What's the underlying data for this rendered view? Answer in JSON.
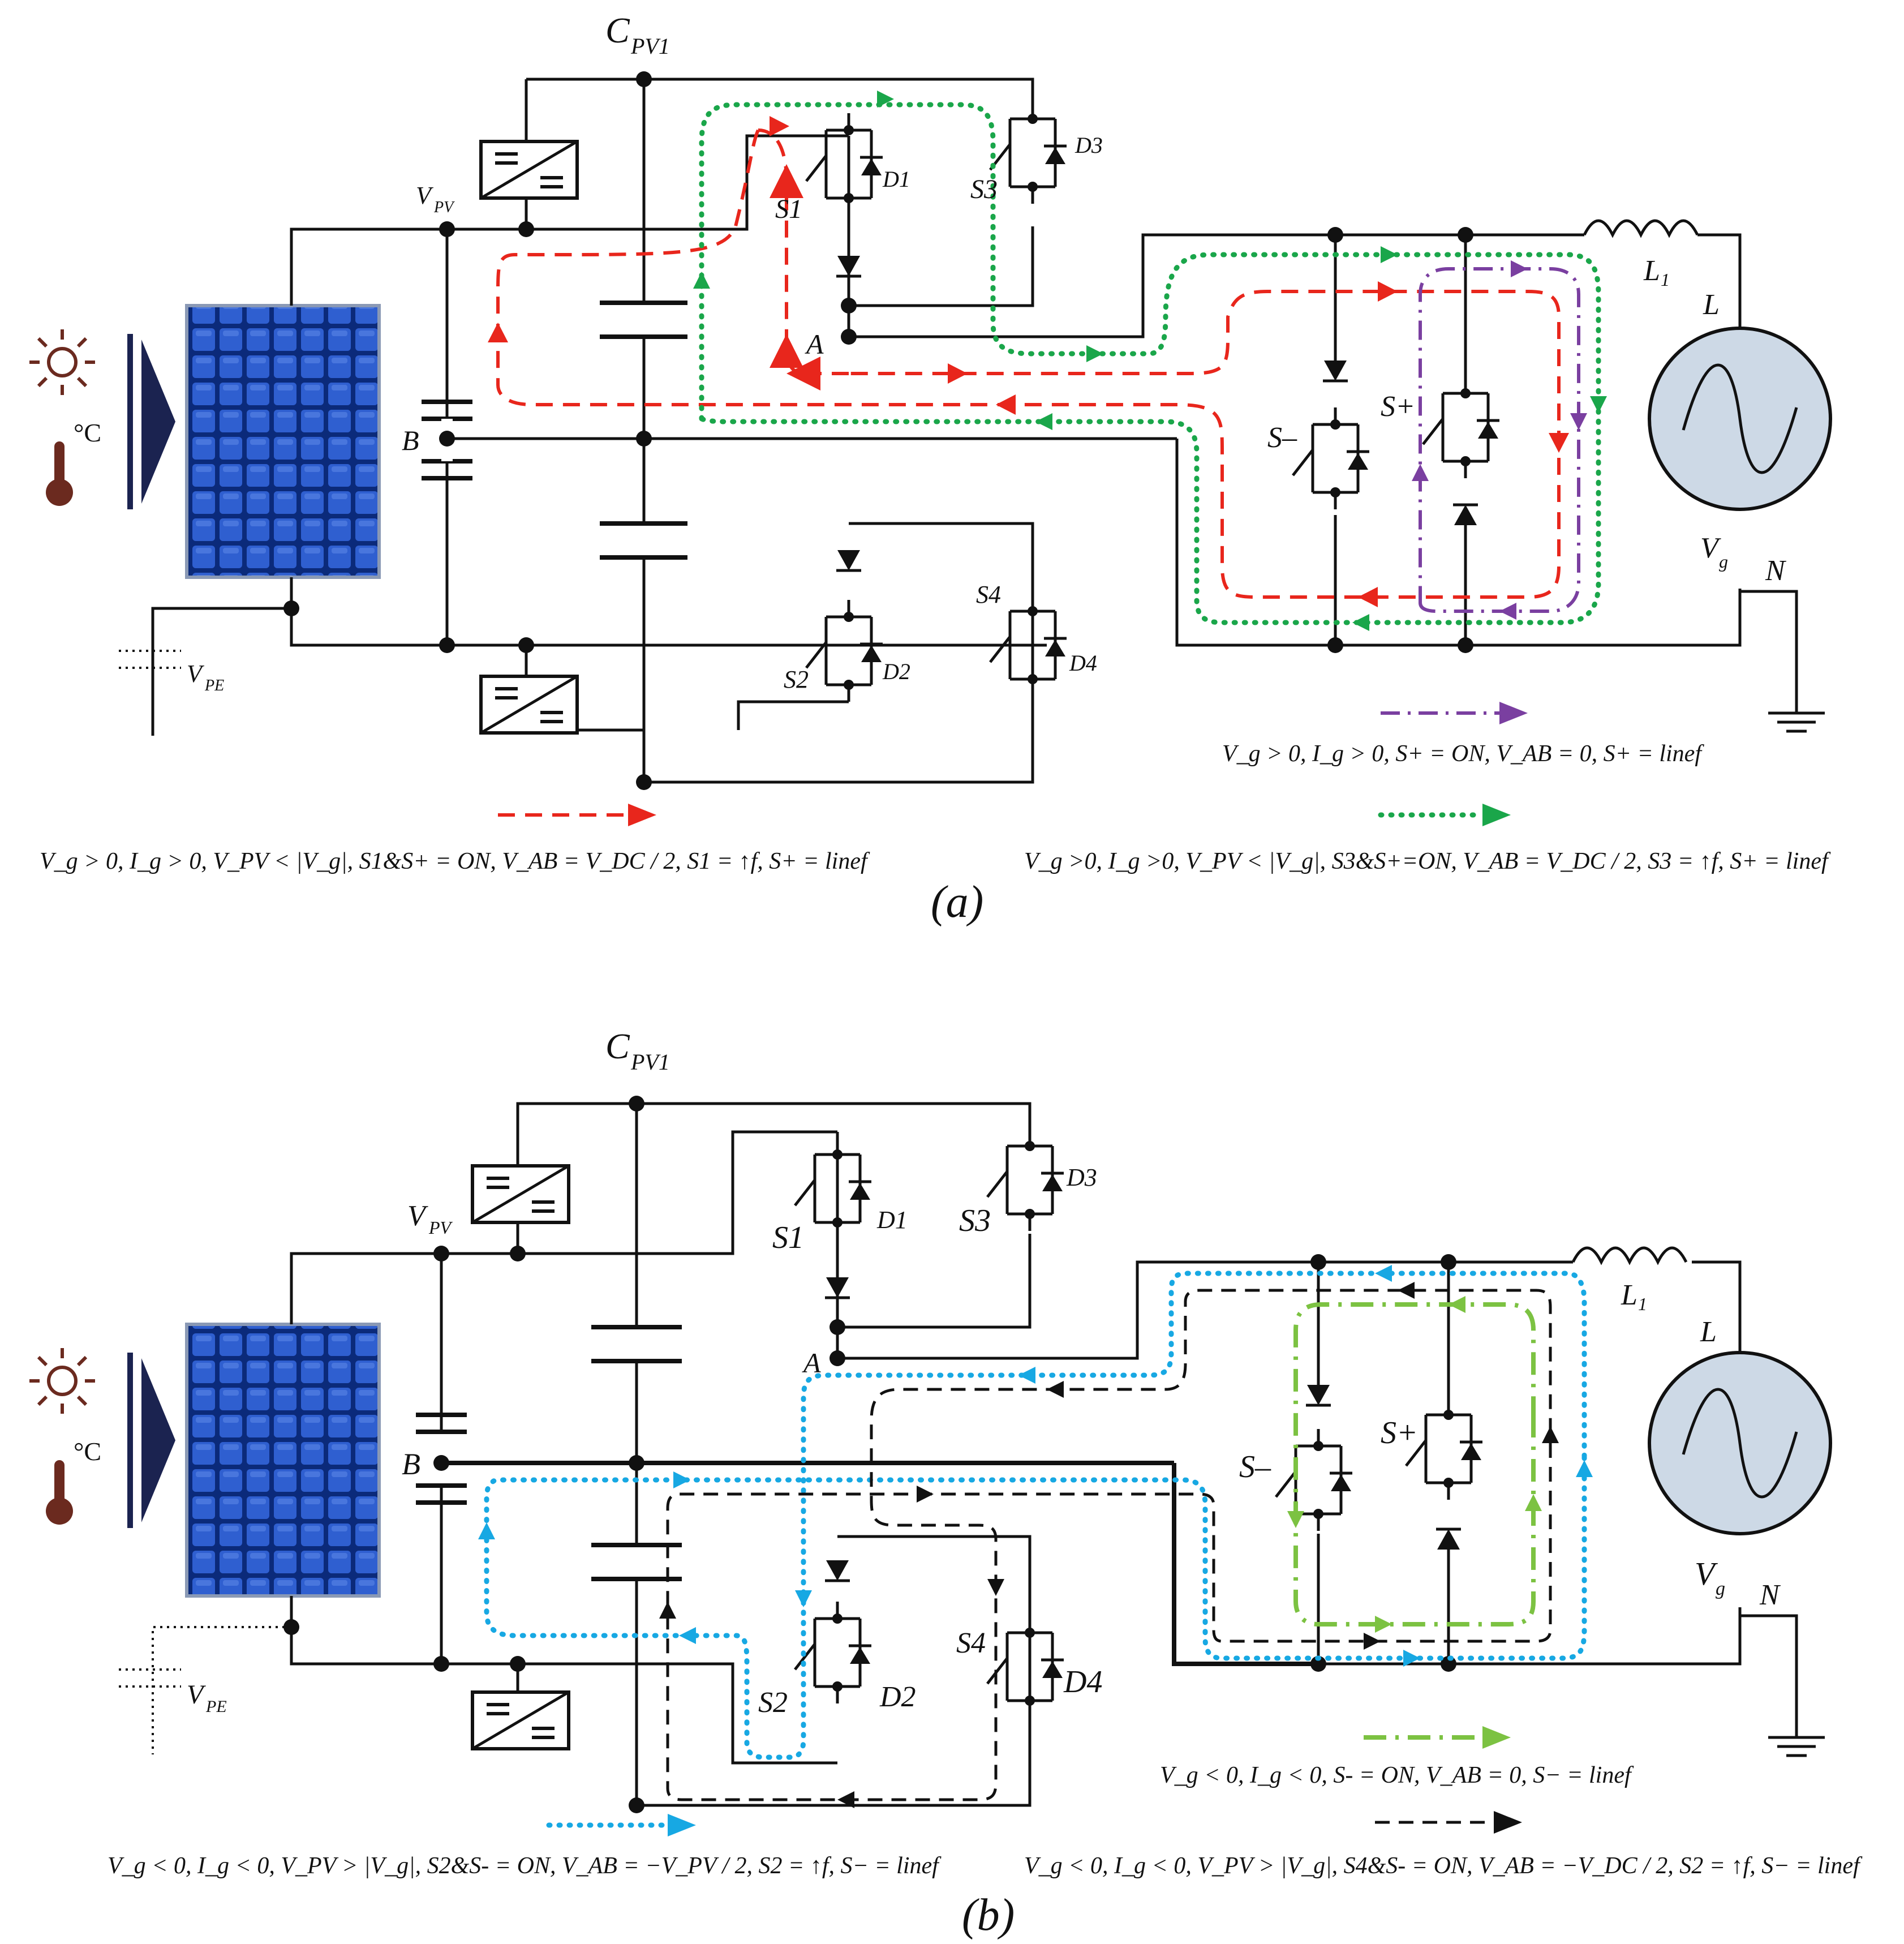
{
  "colors": {
    "red_path": "#e8261c",
    "green_path": "#1aa64a",
    "purple_path": "#7a3fa0",
    "blue_path": "#17a8e3",
    "black_path": "#111111",
    "lightgreen_path": "#7cc242",
    "grid_fill": "#cdd9e6",
    "panel_blue": "#2a57b8"
  },
  "icons": [
    "sun-icon",
    "thermometer-icon",
    "solar-panel-icon",
    "dc-dc-converter-icon",
    "ac-source-icon",
    "ground-icon",
    "inductor-icon"
  ],
  "panel_a": {
    "capacitor_label": "C",
    "capacitor_sub": "PV1",
    "vpv": "V",
    "vpv_sub": "PV",
    "vpe": "V",
    "vpe_sub": "PE",
    "node_b": "B",
    "node_a": "A",
    "s1": "S1",
    "d1": "D1",
    "s2": "S2",
    "d2": "D2",
    "s3": "S3",
    "d3": "D3",
    "s4": "S4",
    "d4": "D4",
    "s_minus": "S–",
    "s_plus": "S+",
    "inductor": "L",
    "inductor_sub": "1",
    "line_l": "L",
    "neutral": "N",
    "vg": "V",
    "vg_sub": "g",
    "celsius": "°C",
    "caption_red": "V_g > 0, I_g > 0, V_PV < |V_g|, S1&S+ = ON, V_AB = V_DC / 2, S1 = ↑f, S+ = linef",
    "caption_purple": "V_g > 0, I_g > 0, S+ = ON, V_AB = 0, S+ = linef",
    "caption_green": "V_g >0, I_g >0, V_PV < |V_g|, S3&S+=ON, V_AB = V_DC / 2, S3 = ↑f, S+ = linef",
    "figure_label": "(a)"
  },
  "panel_b": {
    "capacitor_label": "C",
    "capacitor_sub": "PV1",
    "vpv": "V",
    "vpv_sub": "PV",
    "vpe": "V",
    "vpe_sub": "PE",
    "node_b": "B",
    "node_a": "A",
    "s1": "S1",
    "d1": "D1",
    "s2": "S2",
    "d2": "D2",
    "s3": "S3",
    "d3": "D3",
    "s4": "S4",
    "d4": "D4",
    "s_minus": "S–",
    "s_plus": "S+",
    "inductor": "L",
    "inductor_sub": "1",
    "line_l": "L",
    "neutral": "N",
    "vg": "V",
    "vg_sub": "g",
    "celsius": "°C",
    "caption_blue": "V_g < 0, I_g < 0, V_PV > |V_g|, S2&S- = ON, V_AB = −V_PV / 2, S2 = ↑f, S− = linef",
    "caption_lightgreen": "V_g < 0, I_g < 0, S- = ON, V_AB = 0, S− = linef",
    "caption_black": "V_g < 0, I_g < 0, V_PV > |V_g|, S4&S- = ON, V_AB = −V_DC / 2, S2 = ↑f, S− = linef",
    "figure_label": "(b)"
  }
}
